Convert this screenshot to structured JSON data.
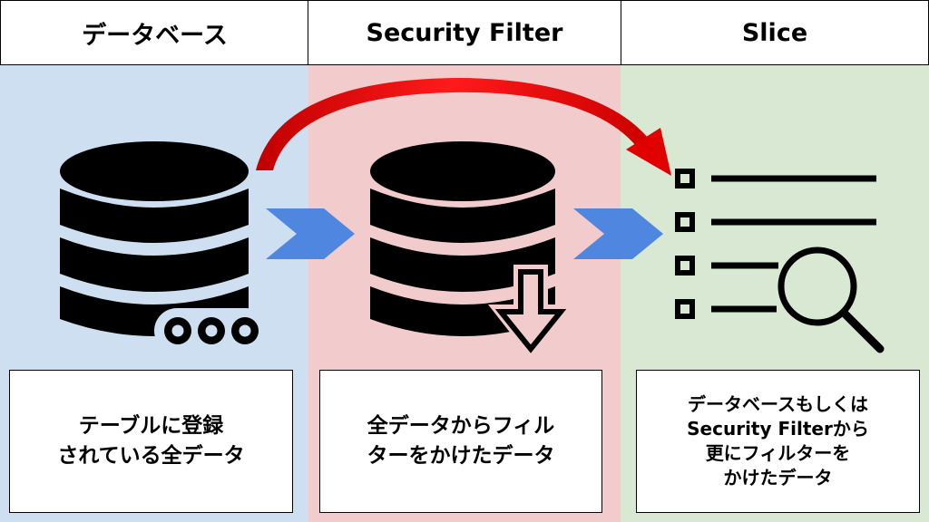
{
  "columns": [
    {
      "header": "データベース",
      "color": "#cddff0",
      "lines": [
        "テーブルに登録",
        "されている全データ"
      ]
    },
    {
      "header": "Security Filter",
      "color": "#f2cccc",
      "lines": [
        "全データからフィル",
        "ターをかけたデータ"
      ]
    },
    {
      "header": "Slice",
      "color": "#d9e8d2",
      "lines": [
        "データベースもしくは",
        "Security Filterから",
        "更にフィルターを",
        "かけたデータ"
      ]
    }
  ],
  "icons": {
    "database": "database-with-dots-icon",
    "filtered_database": "database-with-download-arrow-icon",
    "slice": "list-with-magnifier-icon",
    "flow_arrow": "chevron-arrow-icon",
    "curved_arrow": "curved-red-arrow-icon"
  },
  "colors": {
    "chevron": "#4f86e0",
    "curved_arrow": "#dd0000",
    "icon": "#000000"
  }
}
